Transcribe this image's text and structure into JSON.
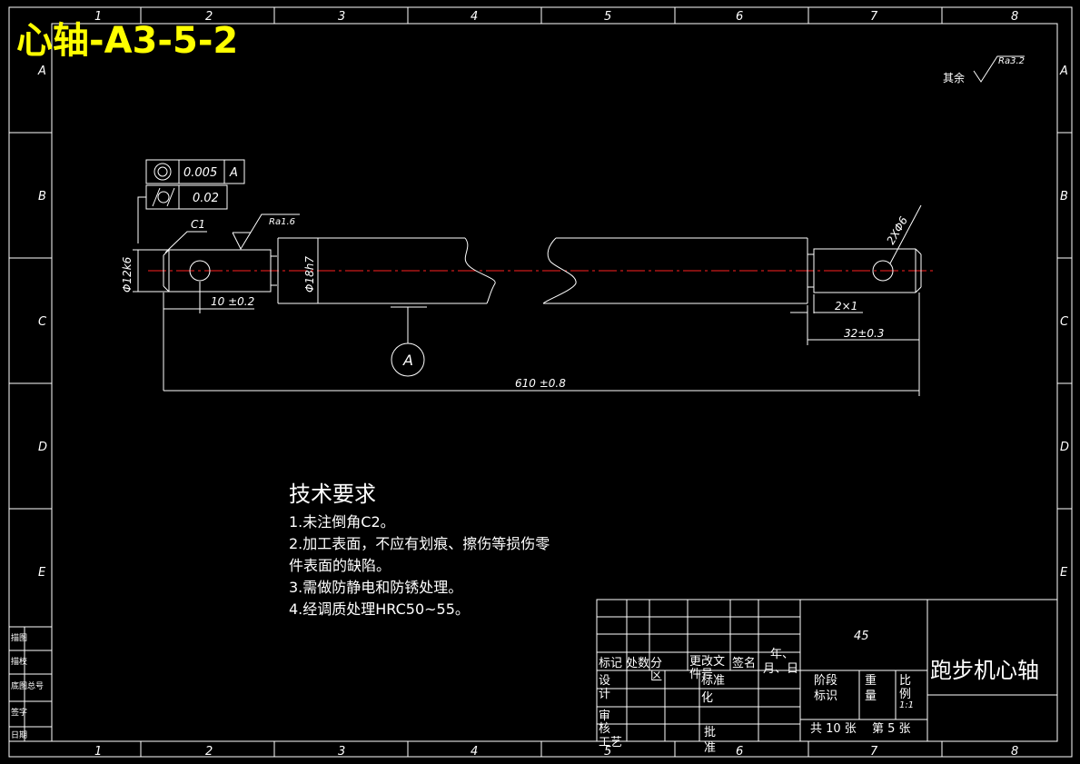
{
  "title": "心轴-A3-5-2",
  "zone_columns": [
    "1",
    "2",
    "3",
    "4",
    "5",
    "6",
    "7",
    "8"
  ],
  "zone_rows": [
    "A",
    "B",
    "C",
    "D",
    "E"
  ],
  "roughness_general": {
    "prefix": "其余",
    "value": "Ra3.2"
  },
  "roughness_local": "Ra1.6",
  "gdt": [
    {
      "symbol": "concentricity",
      "value": "0.005",
      "datum": "A"
    },
    {
      "symbol": "cylindricity",
      "value": "0.02"
    }
  ],
  "dims": {
    "chamfer": "C1",
    "left_dia": "Φ12k6",
    "main_dia": "Φ18h7",
    "left_pos": "10 ±0.2",
    "holes": "2XΦ6",
    "groove": "2×1",
    "right_pos": "32±0.3",
    "total": "610 ±0.8"
  },
  "datum_label": "A",
  "tech": {
    "heading": "技术要求",
    "items": [
      "1.未注倒角C2。",
      "2.加工表面，不应有划痕、擦伤等损伤零",
      "件表面的缺陷。",
      "3.需做防静电和防锈处理。",
      "4.经调质处理HRC50~55。"
    ]
  },
  "title_block": {
    "material": "45",
    "part_name": "跑步机心轴",
    "h_mark": "标记",
    "h_count": "处数",
    "h_zone1": "分",
    "h_zone2": "区",
    "h_doc1": "更改文",
    "h_doc2": "件号",
    "h_sign": "签名",
    "h_date1": "年、",
    "h_date2": "月、日",
    "r_design1": "设",
    "r_design2": "计",
    "r_std1": "标准",
    "r_std2": "化",
    "r_check1": "审",
    "r_check2": "核",
    "r_proc": "工艺",
    "r_approve1": "批",
    "r_approve2": "准",
    "stage1": "阶段",
    "stage2": "标识",
    "weight1": "重",
    "weight2": "量",
    "scale1": "比",
    "scale2": "例",
    "scale_val": "1:1",
    "total_sheets": "共 10 张",
    "sheet_no": "第 5 张"
  },
  "side_table": [
    "描图",
    "描校",
    "底图总号",
    "签字",
    "日期"
  ]
}
